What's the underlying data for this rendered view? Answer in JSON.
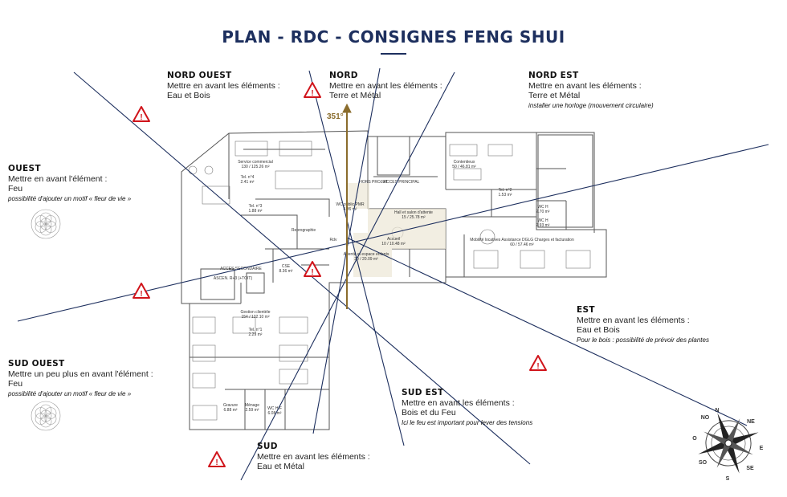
{
  "title": "PLAN - RDC - CONSIGNES FENG SHUI",
  "north_angle": "351°",
  "zones": {
    "nord_ouest": {
      "heading": "NORD OUEST",
      "line1": "Mettre en avant les éléments :",
      "line2": "Eau et Bois",
      "note": ""
    },
    "nord": {
      "heading": "NORD",
      "line1": "Mettre en avant les éléments :",
      "line2": "Terre et Métal",
      "note": ""
    },
    "nord_est": {
      "heading": "NORD EST",
      "line1": "Mettre en avant les éléments :",
      "line2": "Terre et Métal",
      "note": "installer une horloge (mouvement circulaire)"
    },
    "ouest": {
      "heading": "OUEST",
      "line1": "Mettre en avant l'élément :",
      "line2": "Feu",
      "note": "possibilité d'ajouter un motif « fleur de vie »"
    },
    "est": {
      "heading": "EST",
      "line1": "Mettre en avant les éléments :",
      "line2": "Eau et Bois",
      "note": "Pour le bois : possibilité de prévoir des plantes"
    },
    "sud_ouest": {
      "heading": "SUD OUEST",
      "line1": "Mettre un peu plus en avant l'élément :",
      "line2": "Feu",
      "note": "possibilité d'ajouter un motif « fleur de vie »"
    },
    "sud_est": {
      "heading": "SUD EST",
      "line1": "Mettre en avant les éléments :",
      "line2": "Bois et du Feu",
      "note": "Ici le feu est important pour lever des tensions"
    },
    "sud": {
      "heading": "SUD",
      "line1": "Mettre en avant les éléments :",
      "line2": "Eau et Métal",
      "note": ""
    }
  },
  "rooms": [
    {
      "name": "Service commercial",
      "area": "130 / 125.26 m²"
    },
    {
      "name": "Tel. n°4",
      "area": "2.41 m²"
    },
    {
      "name": "Tel. n°3",
      "area": "1.88 m²"
    },
    {
      "name": "HORS PROJET",
      "area": ""
    },
    {
      "name": "ACCES PRINCIPAL",
      "area": ""
    },
    {
      "name": "WC public PMR",
      "area": "4.36 m²"
    },
    {
      "name": "Hall et salon d'attente",
      "area": "15 / 25.78 m²"
    },
    {
      "name": "Contentieux",
      "area": "50 / 46.81 m²"
    },
    {
      "name": "Tel. n°2",
      "area": "1.53 m²"
    },
    {
      "name": "WC H",
      "area": "2.70 m²"
    },
    {
      "name": "WC H",
      "area": "2.93 m²"
    },
    {
      "name": "Mobilité locatives Assistance DGLG Charges et facturation",
      "area": "60 / 57.46 m²"
    },
    {
      "name": "ACCES SECONDAIRE",
      "area": ""
    },
    {
      "name": "ASCEN. R+3 (+TOIT)",
      "area": ""
    },
    {
      "name": "CSE",
      "area": "8.36 m²"
    },
    {
      "name": "Accueil",
      "area": "10 / 10.48 m²"
    },
    {
      "name": "Attente et espace enfants",
      "area": "20 / 20.09 m²"
    },
    {
      "name": "Reprographie",
      "area": ""
    },
    {
      "name": "Gestion clientèle",
      "area": "154 / 132.10 m²"
    },
    {
      "name": "Tel. n°1",
      "area": "2.29 m²"
    },
    {
      "name": "Gravure",
      "area": "6.88 m²"
    },
    {
      "name": "Ménage",
      "area": "2.59 m²"
    },
    {
      "name": "WC H/F",
      "area": "6.08 m²"
    },
    {
      "name": "Rdv",
      "area": ""
    }
  ],
  "compass_labels": {
    "n": "N",
    "ne": "NE",
    "e": "E",
    "se": "SE",
    "s": "S",
    "so": "SO",
    "o": "O",
    "no": "NO"
  },
  "colors": {
    "title": "#1d2f5e",
    "axes": "#1d2f5e",
    "north_arrow": "#8a6c2c",
    "warning": "#d0141b",
    "plan": "#555555"
  }
}
